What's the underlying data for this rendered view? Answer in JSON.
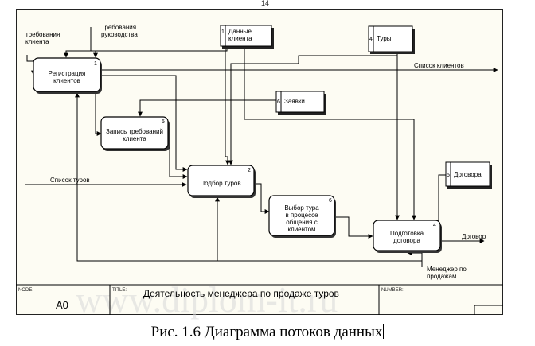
{
  "page": {
    "number": "14"
  },
  "processes": [
    {
      "num": "1",
      "lines": [
        "Регистрация",
        "клиентов"
      ]
    },
    {
      "num": "5",
      "lines": [
        "Запись требований",
        "клиента"
      ]
    },
    {
      "num": "2",
      "lines": [
        "Подбор туров"
      ]
    },
    {
      "num": "6",
      "lines": [
        "Выбор тура",
        "в процессе",
        "общения с",
        "клиентом"
      ]
    },
    {
      "num": "4",
      "lines": [
        "Подготовка",
        "договора"
      ]
    }
  ],
  "stores": [
    {
      "num": "1",
      "lines": [
        "Данные",
        "клиента"
      ]
    },
    {
      "num": "4",
      "lines": [
        "Туры"
      ]
    },
    {
      "num": "6",
      "lines": [
        "Заявки"
      ]
    },
    {
      "num": "5",
      "lines": [
        "Договора"
      ]
    }
  ],
  "flows": {
    "client_requirements": [
      "требования",
      "клиента"
    ],
    "management_requirements": [
      "Требования",
      "руководства"
    ],
    "client_list": "Список клиентов",
    "tour_list": "Список туров",
    "contract": "Договор",
    "manager": [
      "Менеджер по",
      "продажам"
    ]
  },
  "title_block": {
    "node_label": "NODE:",
    "node_value": "A0",
    "title_label": "TITLE:",
    "title_value": "Деятельность менеджера  по продаже туров",
    "number_label": "NUMBER:"
  },
  "watermark": "www.diplom-it.ru",
  "caption": "Рис. 1.6  Диаграмма потоков данных"
}
